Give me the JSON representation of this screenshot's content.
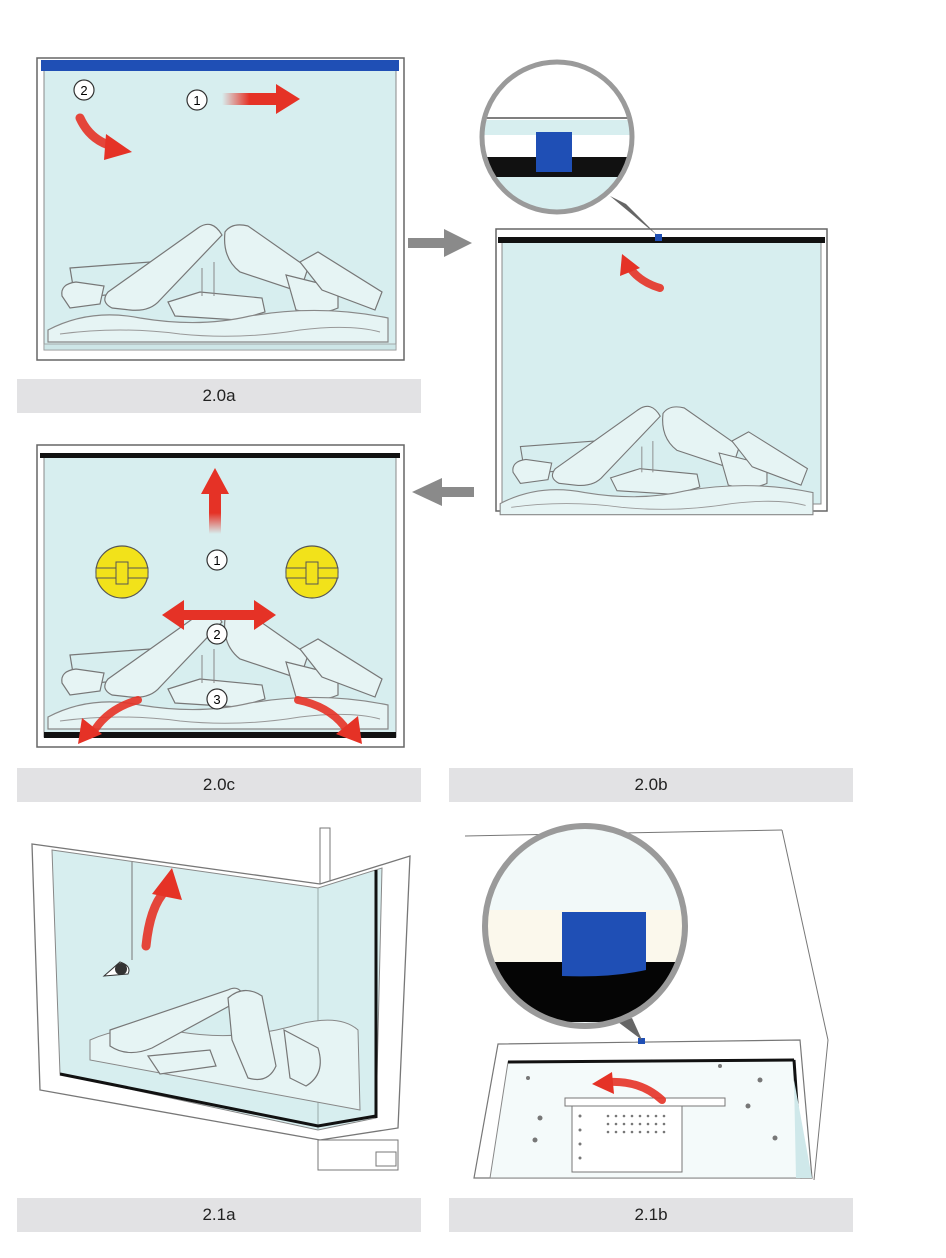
{
  "captions": {
    "fig_2_0a": "2.0a",
    "fig_2_0b": "2.0b",
    "fig_2_0c": "2.0c",
    "fig_2_1a": "2.1a",
    "fig_2_1b": "2.1b"
  },
  "step_markers": {
    "a_step1": "1",
    "a_step2": "2",
    "c_step1": "1",
    "c_step2": "2",
    "c_step3": "3"
  },
  "colors": {
    "glass": "#d7eeef",
    "frame": "#555555",
    "arrow_red": "#e53226",
    "arrow_grey": "#8a8a8a",
    "tape_blue": "#1f4fb5",
    "knob_yellow": "#f2e21a",
    "caption_bg": "#e2e2e4"
  },
  "icons": {
    "red_arrow": "red-arrow-icon",
    "grey_arrow": "grey-arrow-icon",
    "magnifier": "magnifier-icon",
    "knob": "suction-cup-icon"
  }
}
